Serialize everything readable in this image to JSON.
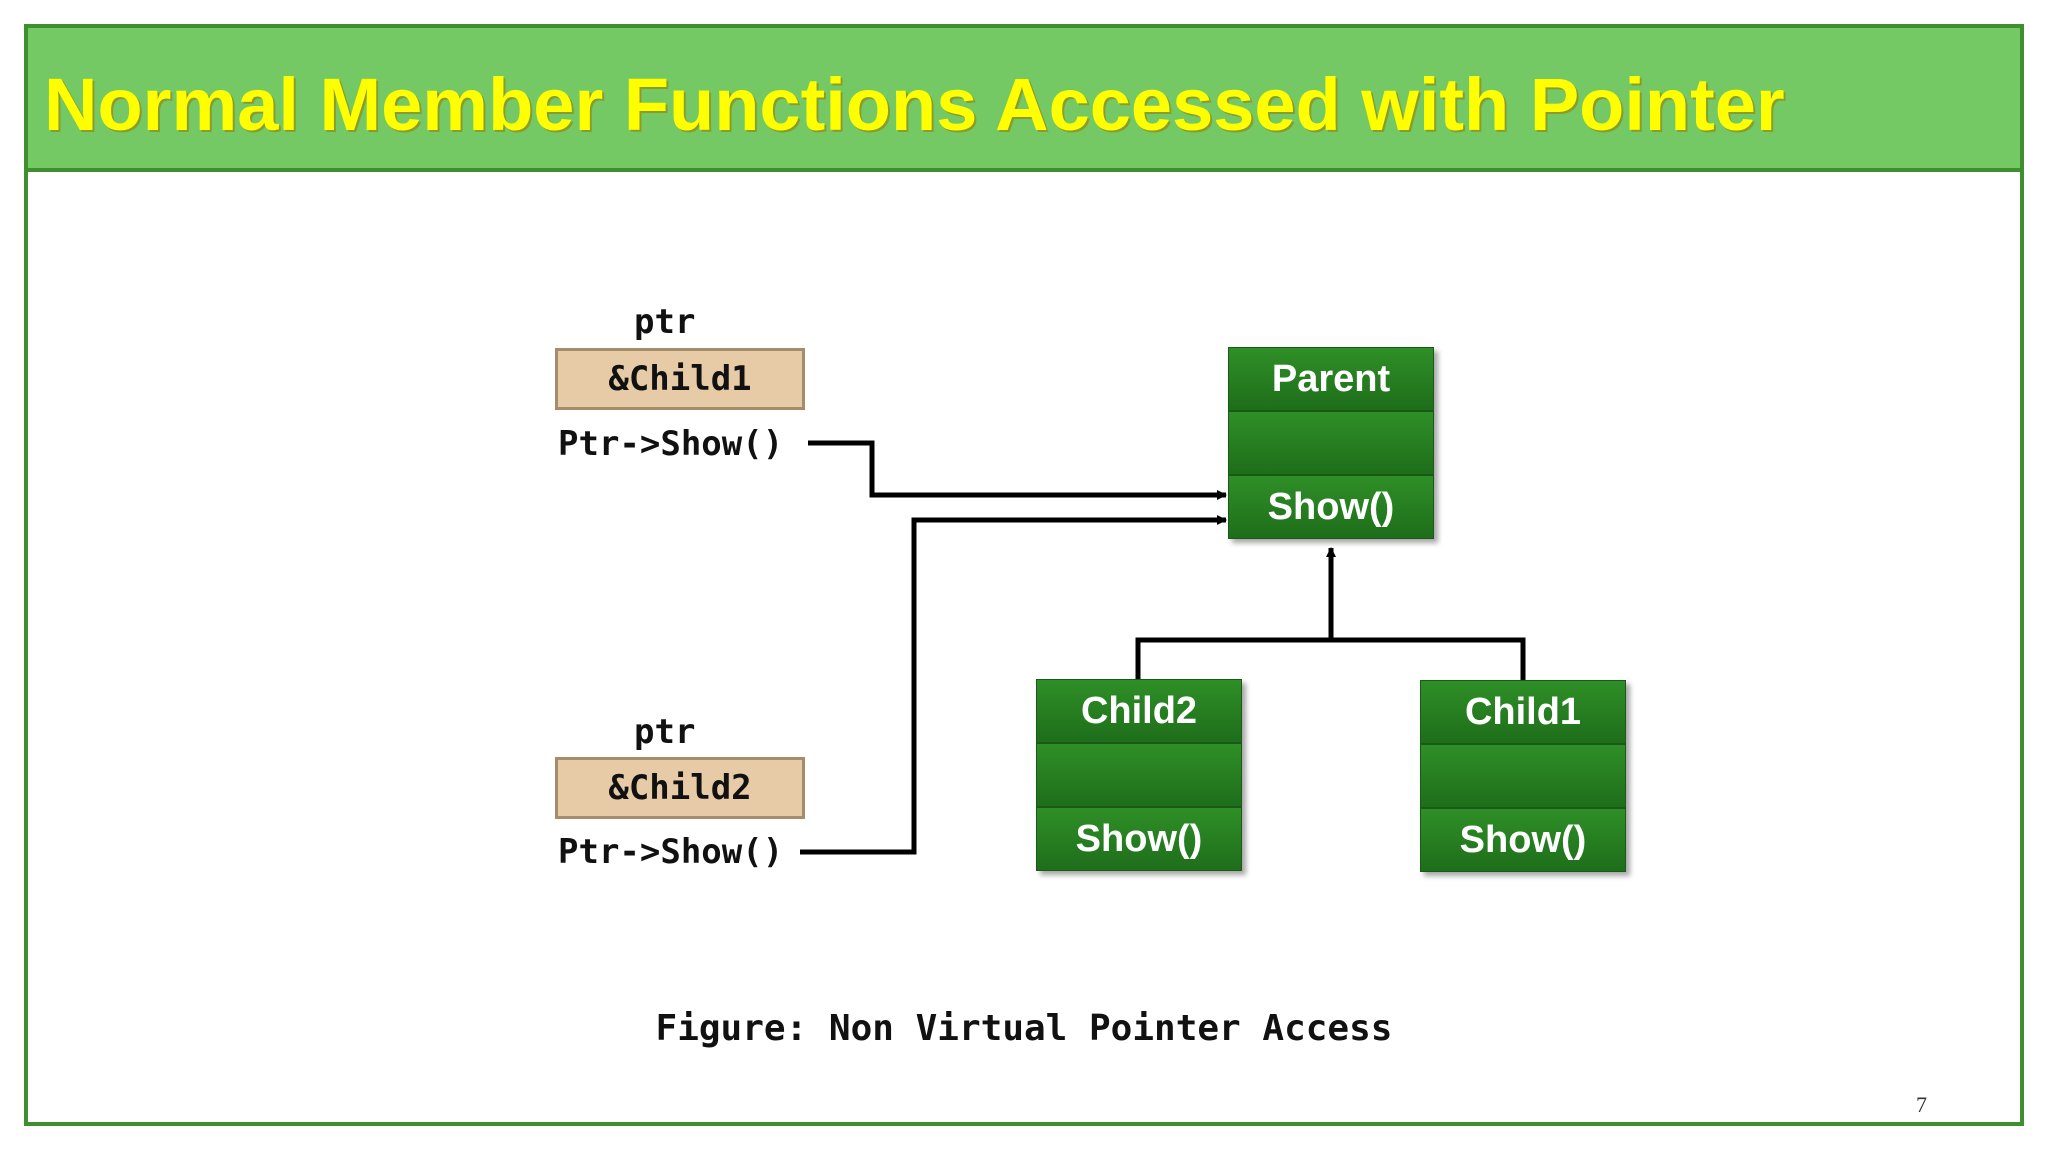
{
  "slide": {
    "title": "Normal Member Functions Accessed with Pointer",
    "page_number": "7",
    "caption": "Figure: Non Virtual Pointer Access"
  },
  "pointers": [
    {
      "label": "ptr",
      "value": "&Child1",
      "call": "Ptr->Show()"
    },
    {
      "label": "ptr",
      "value": "&Child2",
      "call": "Ptr->Show()"
    }
  ],
  "classes": {
    "parent": {
      "name": "Parent",
      "middle": "",
      "method": "Show()"
    },
    "child2": {
      "name": "Child2",
      "middle": "",
      "method": "Show()"
    },
    "child1": {
      "name": "Child1",
      "middle": "",
      "method": "Show()"
    }
  },
  "colors": {
    "title_bar": "#74c964",
    "title_text": "#ffff00",
    "class_box": "#2a8424",
    "pointer_box": "#e7cba6"
  }
}
